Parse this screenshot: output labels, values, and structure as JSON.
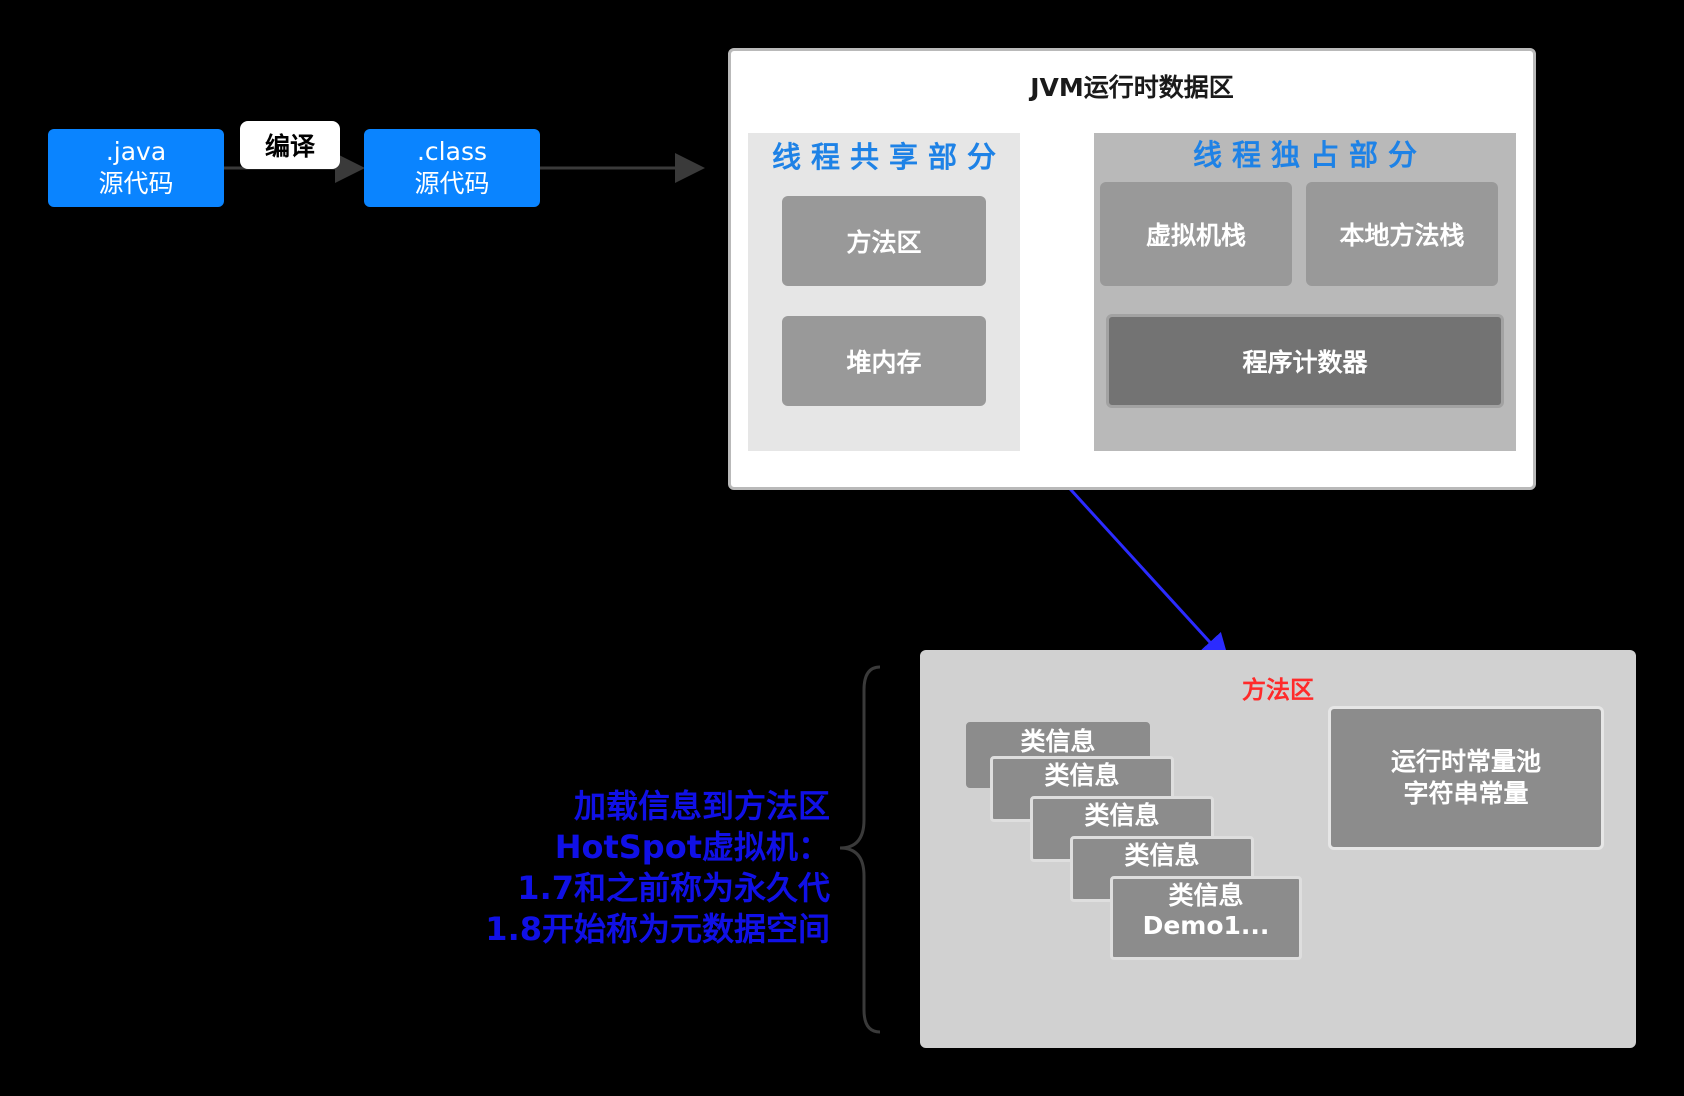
{
  "source": {
    "java_ext": ".java",
    "java_label": "源代码",
    "compile_label": "编译",
    "class_ext": ".class",
    "class_label": "源代码"
  },
  "jvm": {
    "title": "JVM运行时数据区",
    "shared": {
      "title": "线程共享部分",
      "items": [
        "方法区",
        "堆内存"
      ]
    },
    "private": {
      "title": "线程独占部分",
      "items": [
        "虚拟机栈",
        "本地方法栈",
        "程序计数器"
      ]
    }
  },
  "method_area": {
    "title": "方法区",
    "class_cards": [
      "类信息",
      "类信息",
      "类信息",
      "类信息"
    ],
    "last_card": {
      "line1": "类信息",
      "line2": "Demo1..."
    },
    "pool": {
      "line1": "运行时常量池",
      "line2": "字符串常量"
    }
  },
  "note": {
    "lines": [
      "加载信息到方法区",
      "HotSpot虚拟机：",
      "1.7和之前称为永久代",
      "1.8开始称为元数据空间"
    ]
  },
  "colors": {
    "source_blue": "#0a84ff",
    "region_title_blue": "#1e82e6",
    "method_title_red": "#ff2a2a",
    "note_blue": "#1010e6",
    "connector_blue": "#2b2bff",
    "arrow_gray": "#3a3a3a"
  }
}
